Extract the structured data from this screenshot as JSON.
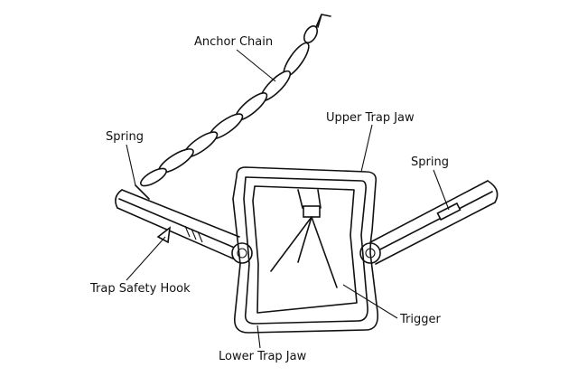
{
  "title": "Body grip trap parts",
  "labels": {
    "anchor_chain": "Anchor Chain",
    "spring_left": "Spring",
    "upper_trap_jaw": "Upper Trap Jaw",
    "spring_right": "Spring",
    "trap_safety_hook": "Trap Safety Hook",
    "trigger": "Trigger",
    "lower_trap_jaw": "Lower Trap Jaw"
  }
}
